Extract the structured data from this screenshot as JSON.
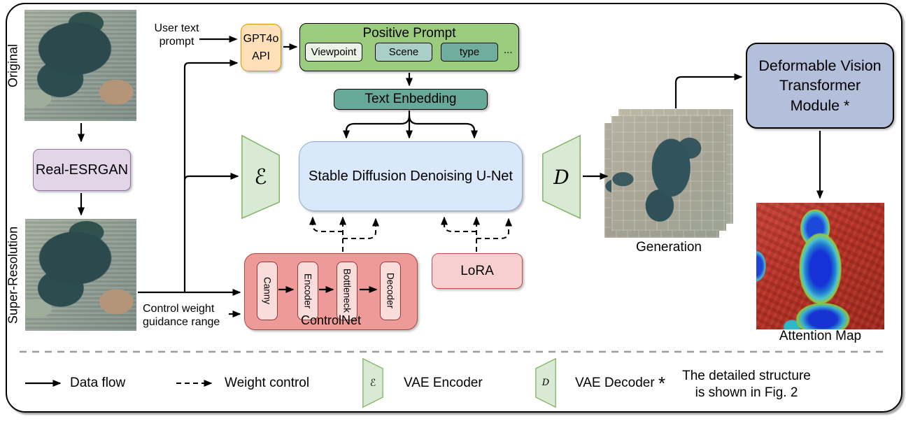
{
  "figure": {
    "nodes": {
      "original_label": "Original",
      "super_resolution_label": "Super-Resolution",
      "real_esrgan": "Real-ESRGAN",
      "user_text_prompt_line1": "User text",
      "user_text_prompt_line2": "prompt",
      "gpt4o_line1": "GPT4o",
      "gpt4o_line2": "API",
      "positive_prompt": {
        "title": "Positive Prompt",
        "chips": [
          "Viewpoint",
          "Scene",
          "type"
        ],
        "ellipsis": "..."
      },
      "text_embedding": "Text Enbedding",
      "unet": "Stable Diffusion Denoising U-Net",
      "vae_encoder_glyph": "ℰ",
      "vae_decoder_glyph": "D",
      "controlnet": {
        "label": "ControlNet",
        "stages": [
          "Canny",
          "Encoder",
          "Bottleneck",
          "Decoder"
        ]
      },
      "lora": "LoRA",
      "control_weight_line1": "Control weight",
      "control_weight_line2": "guidance range",
      "generation_label": "Generation",
      "dvt_module": "Deformable Vision Transformer Module *",
      "attention_map_label": "Attention Map"
    },
    "legend": {
      "data_flow": "Data flow",
      "weight_control": "Weight control",
      "vae_encoder": "VAE Encoder",
      "vae_decoder": "VAE Decoder",
      "asterisk": "*",
      "note_line1": "The detailed structure",
      "note_line2": "is shown in Fig. 2"
    },
    "colors": {
      "real_esrgan_fill": "#E1D5E7",
      "real_esrgan_stroke": "#9673A6",
      "gpt4o_fill": "#FFE0B8",
      "gpt4o_stroke": "#D79B00",
      "positive_prompt_fill": "#9BCB7D",
      "chip_viewpoint_fill": "#EAF3E5",
      "chip_scene_fill": "#A9CFC6",
      "chip_type_fill": "#6FAD9F",
      "text_embedding_fill": "#66A99A",
      "unet_fill": "#D9E8FB",
      "unet_stroke": "#8FA8CC",
      "vae_fill": "#D8EAD4",
      "vae_stroke": "#82B366",
      "controlnet_fill": "#EE9A98",
      "controlnet_stroke": "#A64A44",
      "controlnet_stage_fill": "#FADCDB",
      "lora_fill": "#F7CFCE",
      "lora_stroke": "#B85450",
      "dvt_fill": "#B3BFDB"
    }
  }
}
